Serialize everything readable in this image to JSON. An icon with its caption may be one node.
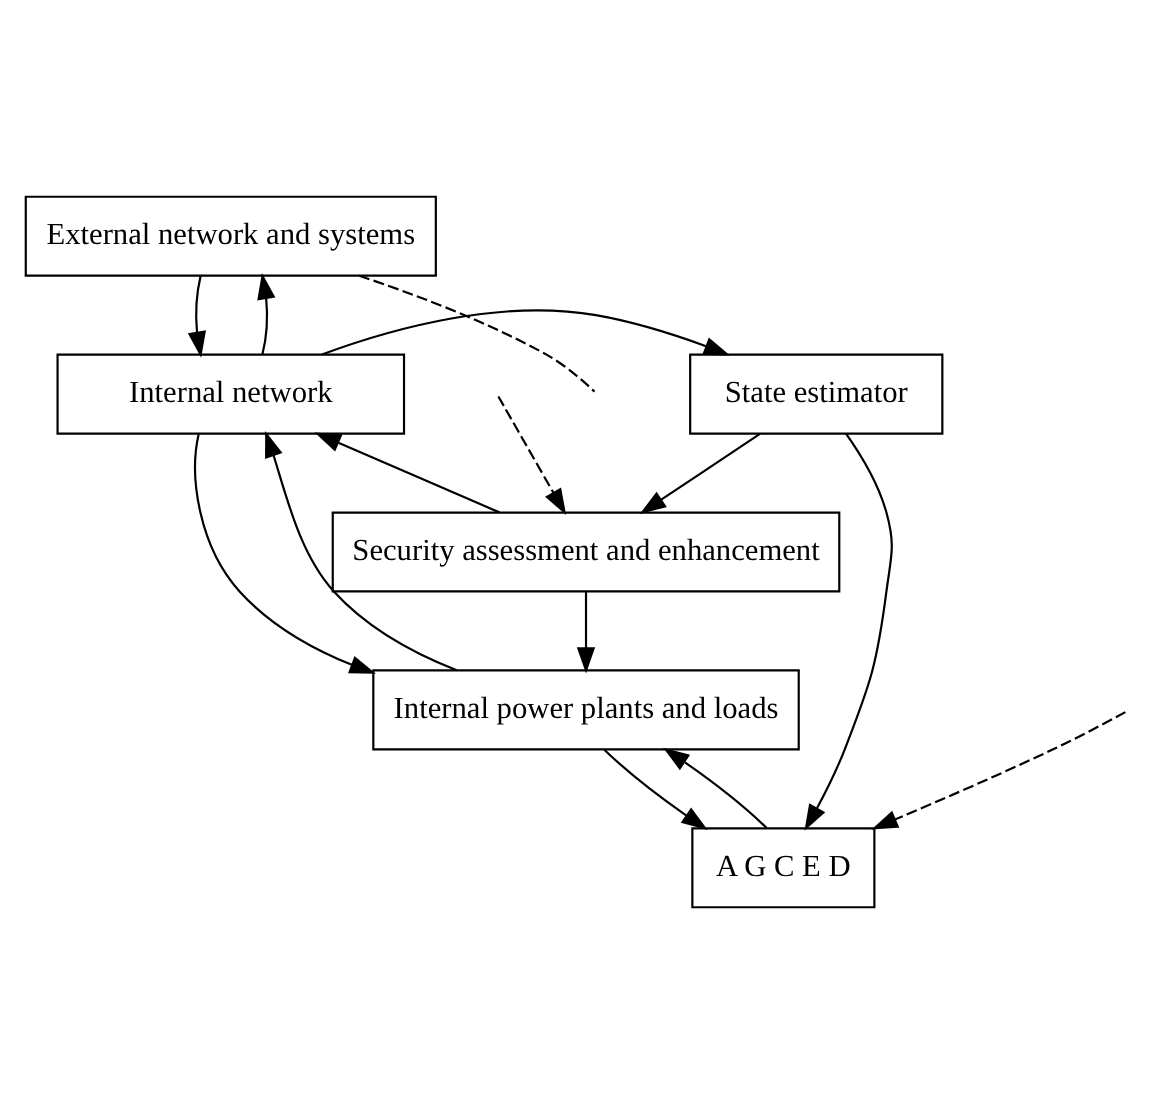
{
  "diagram": {
    "nodes": [
      {
        "text": [
          "External network and systems"
        ]
      },
      {
        "text": [
          "Internal network"
        ]
      },
      {
        "text": [
          "State estimator"
        ]
      },
      {
        "text": [
          "Internal power plants and loads"
        ]
      },
      {
        "text": [
          "A G C E D"
        ]
      },
      {
        "text": [
          "Security assessment and enhancement"
        ]
      }
    ],
    "edges": [
      {
        "from": 0,
        "to": 1,
        "arrow": "to"
      },
      {
        "from": 1,
        "to": 0,
        "arrow": "to"
      },
      {
        "from": 1,
        "to": 2,
        "arrow": "to"
      },
      {
        "from": 1,
        "to": 3,
        "arrow": "to"
      },
      {
        "from": 3,
        "to": 1,
        "arrow": "to"
      },
      {
        "from": 3,
        "to": 4,
        "arrow": "to"
      },
      {
        "from": 2,
        "to": 4,
        "arrow": "to"
      },
      {
        "from": 2,
        "to": 5,
        "arrow": "to"
      },
      {
        "from": 4,
        "to": 3,
        "arrow": "to"
      },
      {
        "from": 5,
        "to": 1,
        "arrow": "to"
      },
      {
        "from": 5,
        "to": 3,
        "arrow": "to"
      },
      {
        "from": 0,
        "to": null,
        "arrow": "none",
        "style": "dashed"
      },
      {
        "from": null,
        "to": 4,
        "arrow": "to",
        "style": "dashed"
      },
      {
        "from": null,
        "to": 5,
        "arrow": "to",
        "style": "dashed"
      }
    ]
  }
}
